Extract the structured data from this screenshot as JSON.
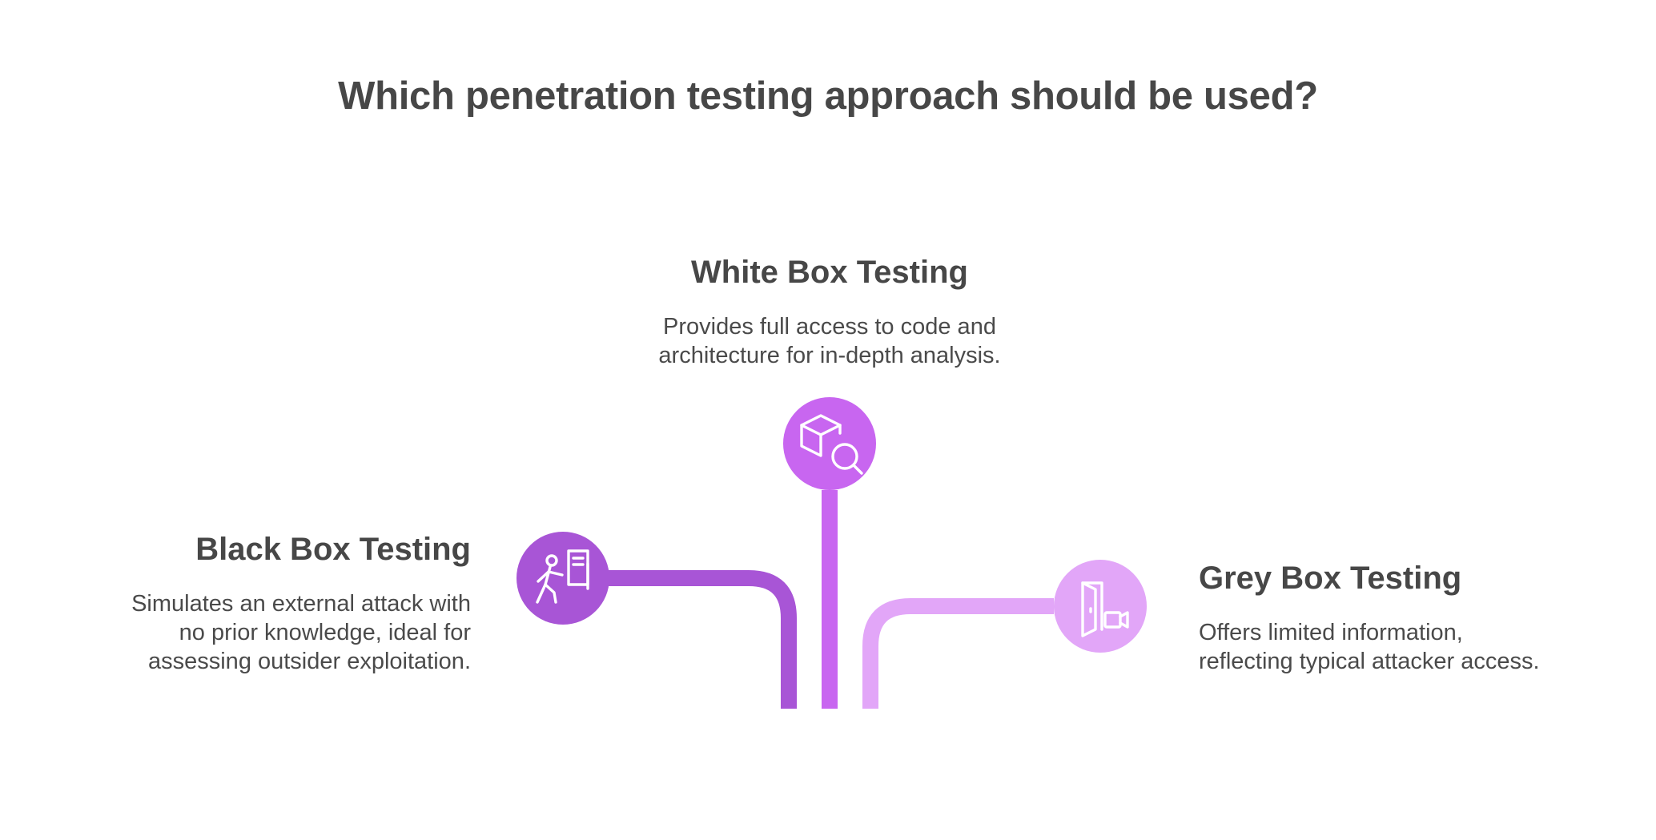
{
  "title": "Which penetration testing approach should be used?",
  "colors": {
    "black_box": "#a855d6",
    "white_box": "#c866f0",
    "grey_box": "#e2a6f8"
  },
  "options": {
    "white_box": {
      "heading": "White Box Testing",
      "description": "Provides full access to code and\narchitecture for in-depth analysis.",
      "icon": "box-search-icon"
    },
    "black_box": {
      "heading": "Black Box Testing",
      "description": "Simulates an external attack with\nno prior knowledge, ideal for\nassessing outsider exploitation.",
      "icon": "person-walking-through-gate-icon"
    },
    "grey_box": {
      "heading": "Grey Box Testing",
      "description": "Offers limited information,\nreflecting typical attacker access.",
      "icon": "door-camera-icon"
    }
  }
}
